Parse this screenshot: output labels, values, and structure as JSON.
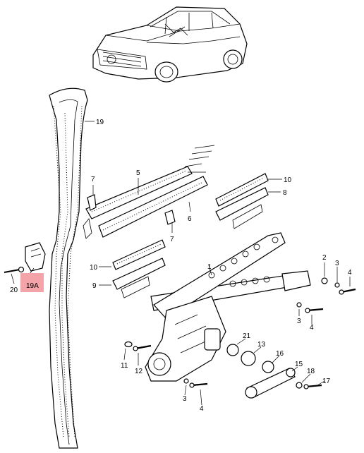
{
  "callouts": {
    "c1": "1",
    "c2": "2",
    "c3a": "3",
    "c3b": "3",
    "c3c": "3",
    "c4a": "4",
    "c4b": "4",
    "c4c": "4",
    "c5": "5",
    "c6": "6",
    "c7a": "7",
    "c7b": "7",
    "c8": "8",
    "c9": "9",
    "c10a": "10",
    "c10b": "10",
    "c11": "11",
    "c12": "12",
    "c13": "13",
    "c15": "15",
    "c16": "16",
    "c17": "17",
    "c18": "18",
    "c19": "19",
    "c19a": "19A",
    "c20": "20",
    "c21": "21"
  },
  "highlight_color": "#f4a3a8"
}
